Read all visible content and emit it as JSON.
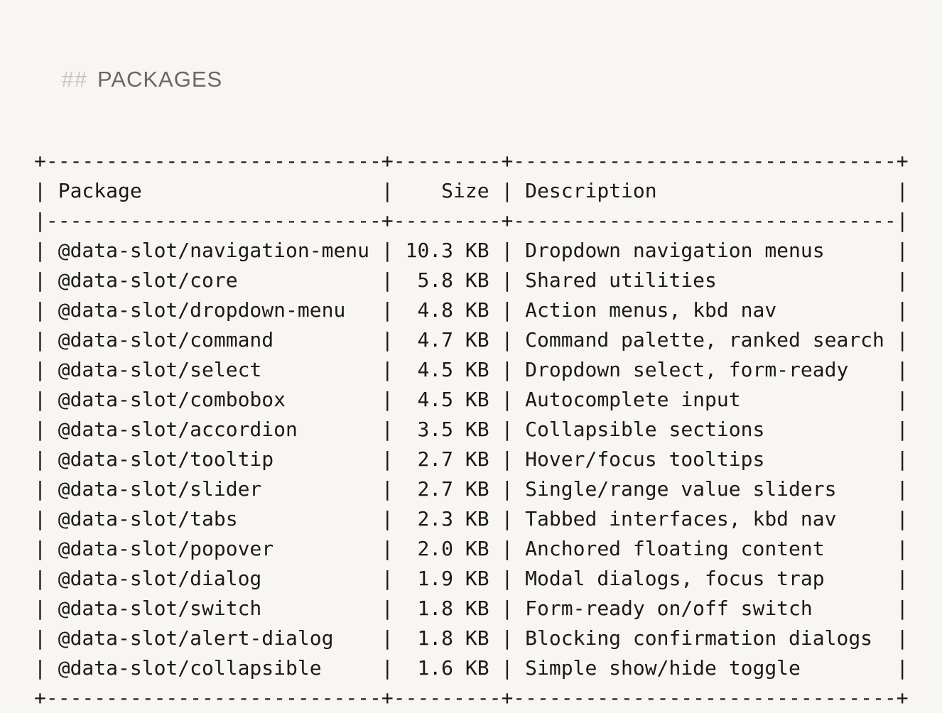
{
  "colors": {
    "background": "#f8f6f2",
    "text": "#1b1a17",
    "heading_title": "#6b675f",
    "heading_hash": "#c9c5bd"
  },
  "header": {
    "hashes": "##",
    "title": "PACKAGES"
  },
  "table": {
    "columns": [
      {
        "key": "package",
        "label": "Package",
        "width": 28,
        "align": "left"
      },
      {
        "key": "size",
        "label": "Size",
        "width": 9,
        "align": "right"
      },
      {
        "key": "description",
        "label": "Description",
        "width": 32,
        "align": "left"
      }
    ],
    "rows": [
      {
        "package": "@data-slot/navigation-menu",
        "size": "10.3 KB",
        "description": "Dropdown navigation menus"
      },
      {
        "package": "@data-slot/core",
        "size": "5.8 KB",
        "description": "Shared utilities"
      },
      {
        "package": "@data-slot/dropdown-menu",
        "size": "4.8 KB",
        "description": "Action menus, kbd nav"
      },
      {
        "package": "@data-slot/command",
        "size": "4.7 KB",
        "description": "Command palette, ranked search"
      },
      {
        "package": "@data-slot/select",
        "size": "4.5 KB",
        "description": "Dropdown select, form-ready"
      },
      {
        "package": "@data-slot/combobox",
        "size": "4.5 KB",
        "description": "Autocomplete input"
      },
      {
        "package": "@data-slot/accordion",
        "size": "3.5 KB",
        "description": "Collapsible sections"
      },
      {
        "package": "@data-slot/tooltip",
        "size": "2.7 KB",
        "description": "Hover/focus tooltips"
      },
      {
        "package": "@data-slot/slider",
        "size": "2.7 KB",
        "description": "Single/range value sliders"
      },
      {
        "package": "@data-slot/tabs",
        "size": "2.3 KB",
        "description": "Tabbed interfaces, kbd nav"
      },
      {
        "package": "@data-slot/popover",
        "size": "2.0 KB",
        "description": "Anchored floating content"
      },
      {
        "package": "@data-slot/dialog",
        "size": "1.9 KB",
        "description": "Modal dialogs, focus trap"
      },
      {
        "package": "@data-slot/switch",
        "size": "1.8 KB",
        "description": "Form-ready on/off switch"
      },
      {
        "package": "@data-slot/alert-dialog",
        "size": "1.8 KB",
        "description": "Blocking confirmation dialogs"
      },
      {
        "package": "@data-slot/collapsible",
        "size": "1.6 KB",
        "description": "Simple show/hide toggle"
      }
    ]
  }
}
